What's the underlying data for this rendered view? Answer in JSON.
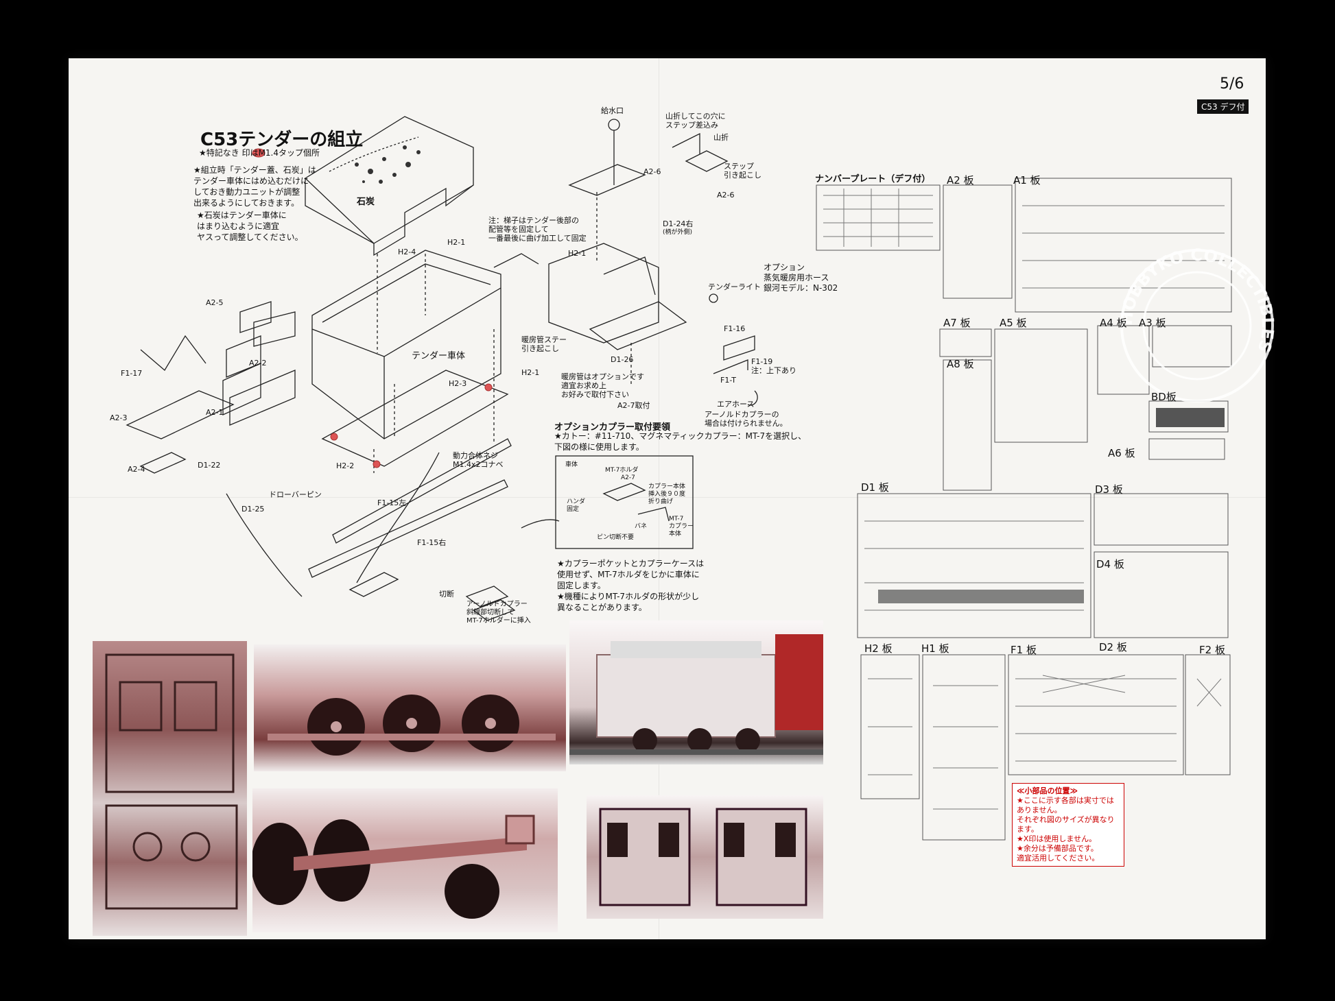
{
  "page": {
    "number": "5/6",
    "badge": "C53 デフ付"
  },
  "title": "C53テンダーの組立",
  "notes": {
    "tap": "★特記なき  印はM1.4タップ個所",
    "assembly": [
      "★組立時「テンダー蓋、石炭」は",
      "テンダー車体にはめ込むだけに",
      "しておき動力ユニットが調整",
      "出来るようにしておきます。"
    ],
    "coal": [
      "★石炭はテンダー車体に",
      "はまり込むように適宜",
      "ヤスって調整してください。"
    ],
    "ladder": [
      "注：梯子はテンダー後部の",
      "配管等を固定して",
      "一番最後に曲げ加工して固定"
    ],
    "option": [
      "オプション",
      "蒸気暖房用ホース",
      "銀河モデル：N-302"
    ],
    "heating_pipe": [
      "暖房管ステー",
      "引き起こし"
    ],
    "heating_opt": [
      "暖房管はオプションです",
      "適宜お求め上",
      "お好みで取付下さい"
    ],
    "arnold": [
      "アーノルドカプラーの",
      "場合は付けられません。"
    ],
    "coupler_title": "オプションカプラー取付要領",
    "coupler_body": [
      "★カトー：#11-710、マグネマティックカプラー：MT-7を選択し、",
      "下図の様に使用します。"
    ],
    "pocket": [
      "★カプラーポケットとカプラーケースは",
      "使用せず、MT-7ホルダをじかに車体に",
      "固定します。",
      "★機種によりMT-7ホルダの形状が少し",
      "異なることがあります。"
    ],
    "arnold_bottom": [
      "アーノルドカプラー",
      "斜線部切断して",
      "MT-7ホルダーに挿入"
    ],
    "motor_screw": [
      "動力合体ネジ",
      "M1.4x2コナベ"
    ],
    "small_parts_title": "≪小部品の位置≫",
    "small_parts_body": [
      "★ここに示す各部は実寸ではありません。",
      "それぞれ図のサイズが異なります。",
      "★X印は使用しません。",
      "★余分は予備部品です。",
      "適宜活用してください。"
    ]
  },
  "labels": {
    "coal": "石炭",
    "tender_body": "テンダー車体",
    "water_inlet": "給水口",
    "mountain_fold": [
      "山折してこの穴に",
      "ステップ差込み"
    ],
    "yamaori": "山折",
    "step": [
      "ステップ",
      "引き起こし"
    ],
    "tender_light": "テンダーライト",
    "air_hose": "エアホース",
    "drawbar_pin": "ドローバーピン",
    "d124": [
      "D1-24右",
      "(柄が外側)"
    ],
    "f119": [
      "F1-19",
      "注：上下あり"
    ],
    "a27att": "A2-7取付",
    "cut": "切断",
    "parts": [
      "H2-4",
      "H2-1",
      "A2-5",
      "A2-2",
      "F1-17",
      "A2-1",
      "A2-3",
      "A2-4",
      "D1-22",
      "D1-25",
      "H2-2",
      "H2-3",
      "F1-15左",
      "F1-15右",
      "A2-6",
      "H2-1",
      "D1-26",
      "F1-16",
      "F1-T",
      "H2-1"
    ],
    "coupler_parts": [
      "車体",
      "MT-7ホルダ",
      "A2-7",
      "カプラー本体",
      "挿入後９０度",
      "折り曲げ",
      "ハンダ",
      "固定",
      "MT-7",
      "カプラー",
      "本体",
      "バネ",
      "ピン切断不要"
    ]
  },
  "plates": {
    "number_plate": "ナンバープレート（デフ付）",
    "a2": "A2 板",
    "a1": "A1 板",
    "a7": "A7 板",
    "a5": "A5 板",
    "a4": "A4 板",
    "a3": "A3 板",
    "a8": "A8 板",
    "bd": "BD板",
    "a6": "A6 板",
    "d1": "D1 板",
    "d3": "D3 板",
    "d4": "D4 板",
    "h2": "H2 板",
    "h1": "H1 板",
    "f1": "F1 板",
    "d2": "D2 板",
    "f2": "F2 板"
  },
  "watermark": "HOBBYKO COLLECTIBLES"
}
